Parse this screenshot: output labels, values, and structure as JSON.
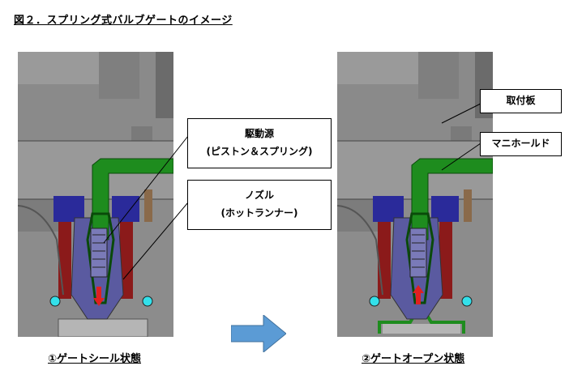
{
  "title": "図２．スプリング式バルブゲートのイメージ",
  "captions": {
    "left": "①ゲートシール状態",
    "right": "②ゲートオープン状態"
  },
  "callouts": {
    "actuator_line1": "駆動源",
    "actuator_line2": "(ピストン＆スプリング)",
    "nozzle_line1": "ノズル",
    "nozzle_line2": "(ホットランナー)",
    "mounting_plate": "取付板",
    "manifold": "マニホールド"
  },
  "colors": {
    "plate_gray": "#8a8a8a",
    "plate_dark": "#6b6b6b",
    "manifold_green": "#1e8c1e",
    "nozzle_blue": "#5a5aa0",
    "clamp_blue": "#2a2a9a",
    "heater_red": "#8b1a1a",
    "cooling_cyan": "#33e0ea",
    "pin_red": "#e02020",
    "arrow_blue": "#5b9bd5"
  },
  "states": {
    "left": "closed",
    "right": "open"
  }
}
